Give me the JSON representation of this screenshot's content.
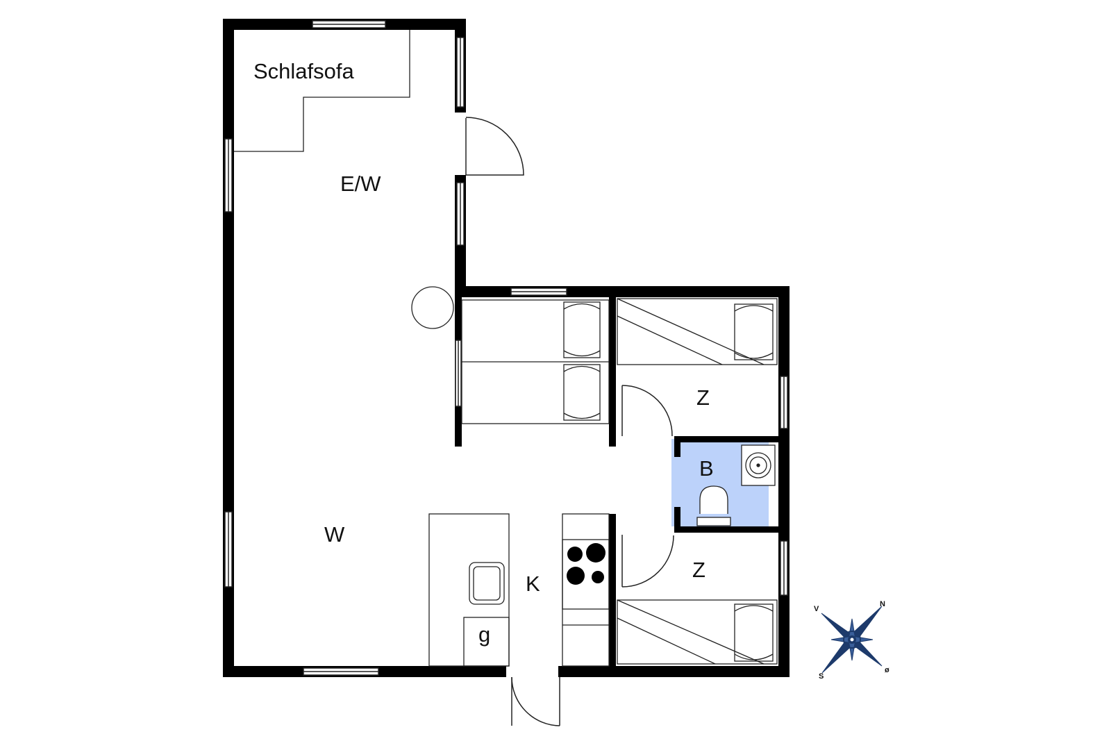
{
  "floorplan": {
    "rooms": {
      "sofa": "Schlafsofa",
      "dining_living": "E/W",
      "living": "W",
      "kitchen": "K",
      "fridge": "g",
      "bedroom_upper": "Z",
      "bedroom_lower": "Z",
      "bathroom": "B"
    },
    "compass": {
      "north": "N",
      "south": "S",
      "east": "ø",
      "west": "V"
    }
  },
  "colors": {
    "wall": "#000000",
    "line": "#222222",
    "bathroom_fill": "#bcd2fa",
    "compass_blue": "#1d3a6b"
  }
}
